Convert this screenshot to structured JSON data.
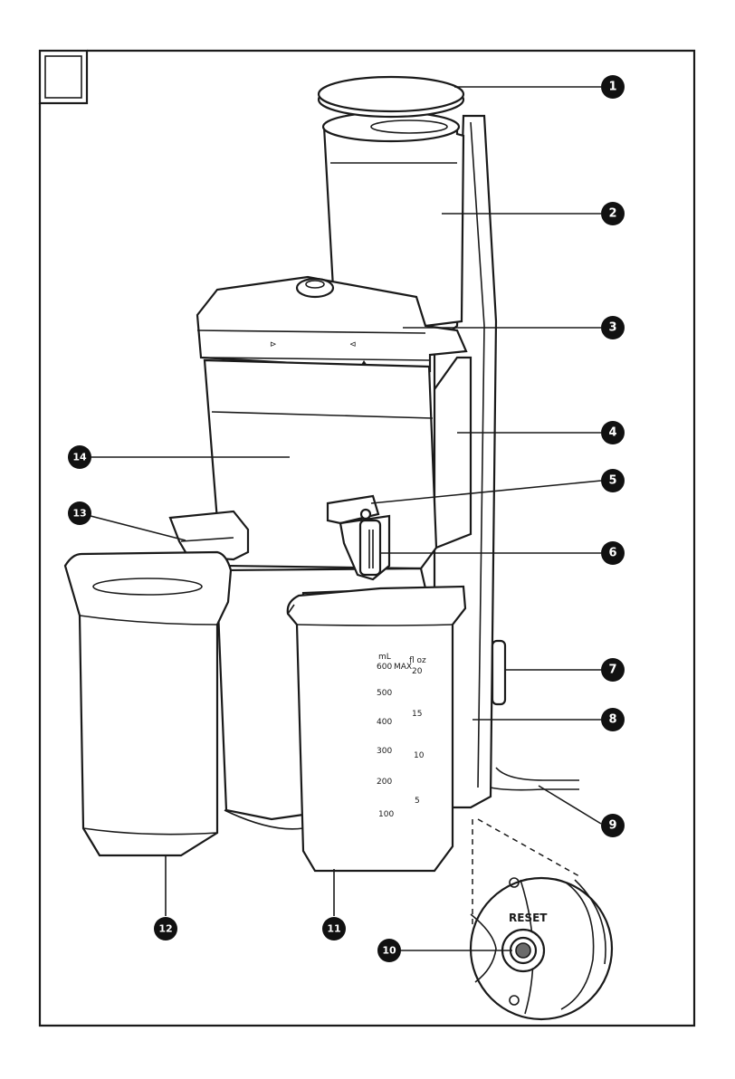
{
  "callouts": [
    "1",
    "2",
    "3",
    "4",
    "5",
    "6",
    "7",
    "8",
    "9",
    "10",
    "11",
    "12",
    "13",
    "14"
  ],
  "jug_scale": {
    "ml_unit": "mL",
    "floz_unit": "fl oz",
    "max_label": "MAX",
    "ml_marks": [
      "600",
      "500",
      "400",
      "300",
      "200",
      "100"
    ],
    "floz_marks": [
      "20",
      "15",
      "10",
      "5"
    ]
  },
  "reset_label": "RESET",
  "colors": {
    "line": "#1a1a1a",
    "badge": "#111111"
  }
}
